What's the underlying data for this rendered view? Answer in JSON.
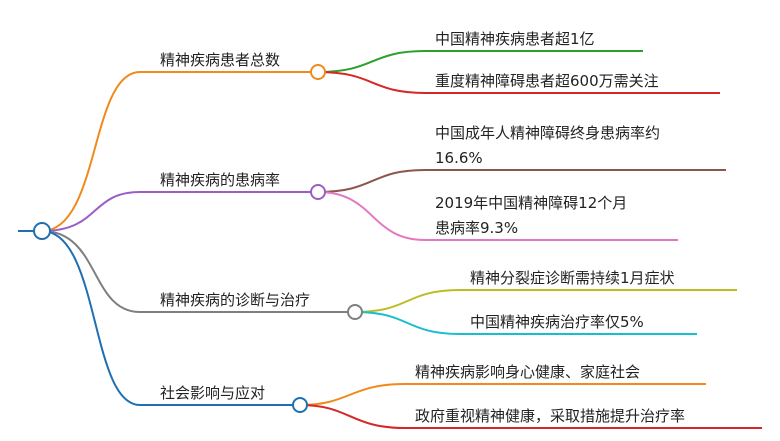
{
  "colors": {
    "root": "#1f6fb2",
    "b1": "#f08a1c",
    "b1_c1": "#2ca02c",
    "b1_c2": "#d62728",
    "b2": "#9a5fc7",
    "b2_c1": "#8c564b",
    "b2_c2": "#e377c2",
    "b3": "#7f7f7f",
    "b3_c1": "#bcbd22",
    "b3_c2": "#17becf",
    "b4": "#1f6fb2",
    "b4_c1": "#f08a1c",
    "b4_c2": "#d62728"
  },
  "branches": [
    {
      "label": "精神疾病患者总数",
      "children": [
        {
          "lines": [
            "中国精神疾病患者超1亿"
          ]
        },
        {
          "lines": [
            "重度精神障碍患者超600万需关注"
          ]
        }
      ]
    },
    {
      "label": "精神疾病的患病率",
      "children": [
        {
          "lines": [
            "中国成年人精神障碍终身患病率约",
            "16.6%"
          ]
        },
        {
          "lines": [
            "2019年中国精神障碍12个月",
            "患病率9.3%"
          ]
        }
      ]
    },
    {
      "label": "精神疾病的诊断与治疗",
      "children": [
        {
          "lines": [
            "精神分裂症诊断需持续1月症状"
          ]
        },
        {
          "lines": [
            "中国精神疾病治疗率仅5%"
          ]
        }
      ]
    },
    {
      "label": "社会影响与应对",
      "children": [
        {
          "lines": [
            "精神疾病影响身心健康、家庭社会"
          ]
        },
        {
          "lines": [
            "政府重视精神健康，采取措施提升治疗率"
          ]
        }
      ]
    }
  ]
}
